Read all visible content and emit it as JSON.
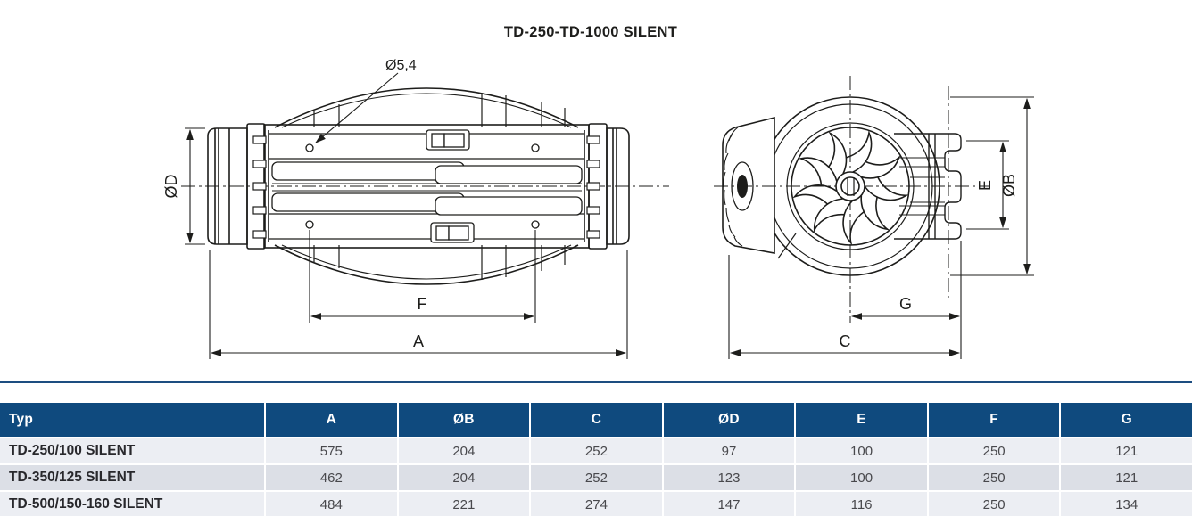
{
  "title": "TD-250-TD-1000 SILENT",
  "diagram": {
    "hole_label": "Ø5,4",
    "side_view": {
      "dim_d": "ØD",
      "dim_f": "F",
      "dim_a": "A"
    },
    "front_view": {
      "dim_e": "E",
      "dim_b": "ØB",
      "dim_g": "G",
      "dim_c": "C"
    }
  },
  "table": {
    "headers": [
      "Typ",
      "A",
      "ØB",
      "C",
      "ØD",
      "E",
      "F",
      "G"
    ],
    "rows": [
      {
        "typ": "TD-250/100 SILENT",
        "values": [
          "575",
          "204",
          "252",
          "97",
          "100",
          "250",
          "121"
        ]
      },
      {
        "typ": "TD-350/125 SILENT",
        "values": [
          "462",
          "204",
          "252",
          "123",
          "100",
          "250",
          "121"
        ]
      },
      {
        "typ": "TD-500/150-160 SILENT",
        "values": [
          "484",
          "221",
          "274",
          "147",
          "116",
          "250",
          "134"
        ]
      }
    ]
  },
  "colors": {
    "header_bg": "#0f4a7e",
    "row_light": "#eceef3",
    "row_mid": "#dcdfe6",
    "separator_rule": "#1d4d80",
    "line": "#1d1d1b"
  }
}
